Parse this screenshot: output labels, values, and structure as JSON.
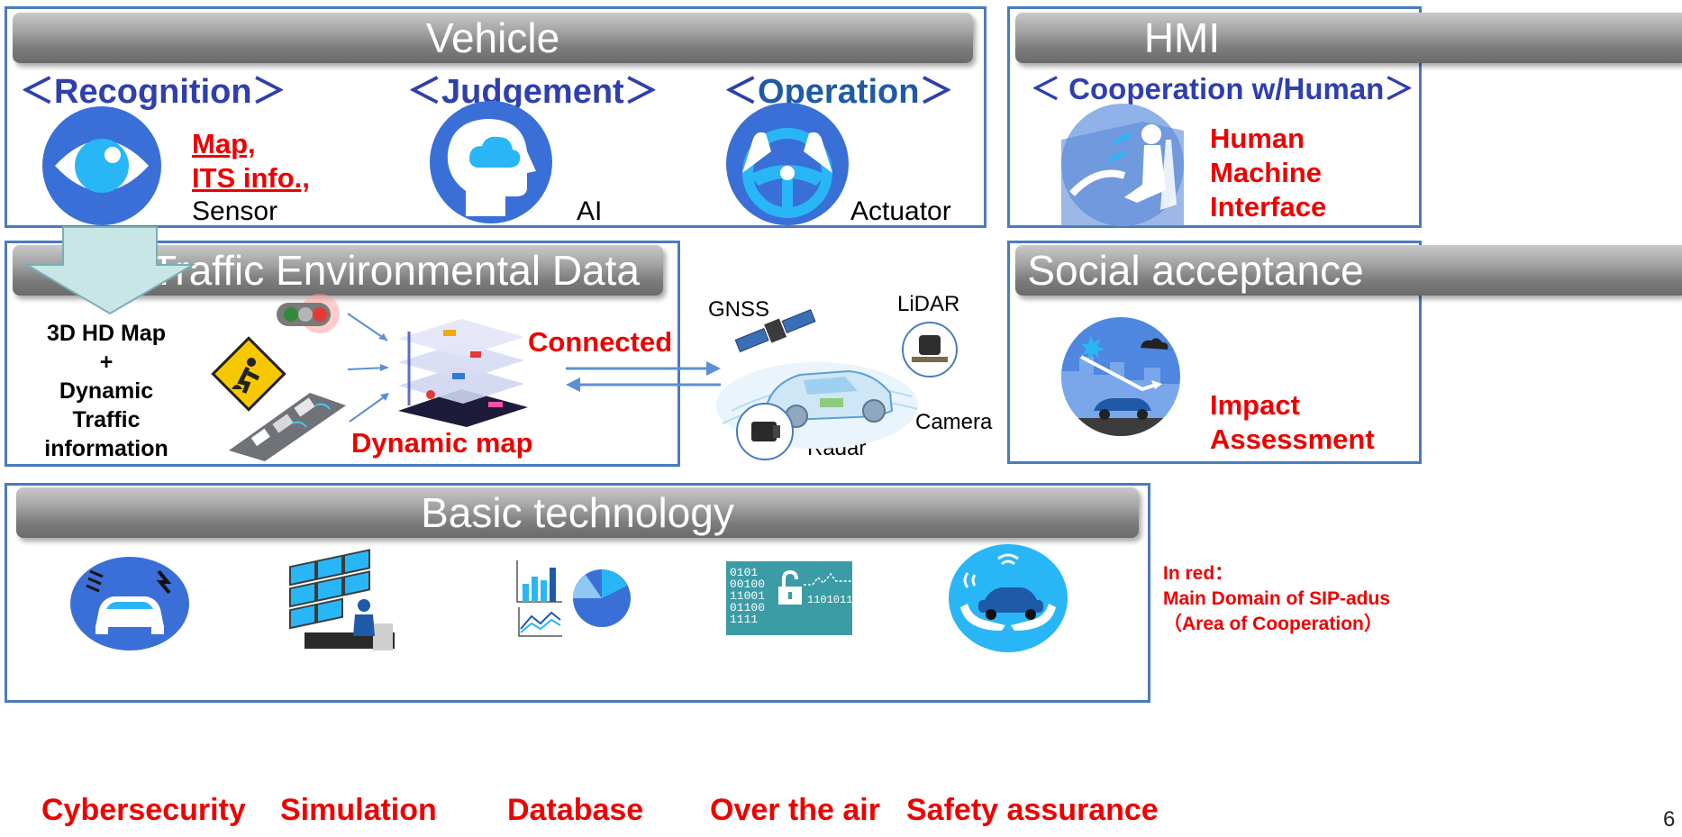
{
  "vehicle": {
    "title": "Vehicle",
    "recognition": {
      "open": "＜",
      "label": "Recognition",
      "close": "＞",
      "red_lines": [
        "Map,",
        "ITS info.,"
      ],
      "black": "Sensor"
    },
    "judgement": {
      "open": "＜",
      "label": "Judgement",
      "close": "＞",
      "caption": "AI"
    },
    "operation": {
      "open": "＜",
      "label": "Operation",
      "close": "＞",
      "caption": "Actuator"
    }
  },
  "hmi": {
    "title": "HMI",
    "heading": {
      "open": "＜",
      "label": " Cooperation w/Human",
      "close": "＞"
    },
    "lines": [
      "Human",
      "Machine",
      "Interface"
    ]
  },
  "traffic": {
    "title": "Traffic Environmental Data",
    "left_lines": [
      "3D HD Map",
      "+",
      "Dynamic",
      "Traffic",
      "information"
    ],
    "dynamic_map": "Dynamic map",
    "connected": "Connected"
  },
  "sensors": {
    "gnss": "GNSS",
    "lidar": "LiDAR",
    "camera": "Camera",
    "radar": "Radar"
  },
  "social": {
    "title": "Social acceptance",
    "lines": [
      "Impact",
      "Assessment"
    ]
  },
  "basic": {
    "title": "Basic technology",
    "items": [
      "Cybersecurity",
      "Simulation",
      "Database",
      "Over the air",
      "Safety assurance"
    ],
    "ota_binary": [
      "0101",
      "00100",
      "11001",
      "01100",
      "1111"
    ],
    "ota_stream": "1101011"
  },
  "note": {
    "lines": [
      "In red：",
      "Main Domain of SIP-adus",
      "（Area of Cooperation）"
    ]
  },
  "page_number": "6",
  "colors": {
    "panel_border": "#4a7bbf",
    "heading_blue": "#2f3fae",
    "red": "#ee0000",
    "icon_blue": "#3a6fd8",
    "icon_cyan": "#29b6f6"
  }
}
